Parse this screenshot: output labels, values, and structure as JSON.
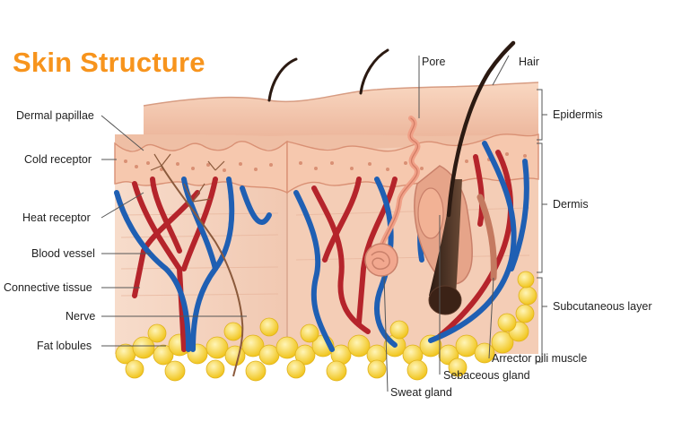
{
  "title": "Skin Structure",
  "labels": {
    "dermal_papillae": "Dermal papillae",
    "cold_receptor": "Cold receptor",
    "heat_receptor": "Heat receptor",
    "blood_vessel": "Blood vessel",
    "connective_tissue": "Connective tissue",
    "nerve": "Nerve",
    "fat_lobules": "Fat lobules",
    "pore": "Pore",
    "hair": "Hair",
    "epidermis": "Epidermis",
    "dermis": "Dermis",
    "subcutaneous_layer": "Subcutaneous layer",
    "arrector_pili_muscle": "Arrector pili muscle",
    "sebaceous_gland": "Sebaceous gland",
    "sweat_gland": "Sweat gland"
  },
  "colors": {
    "title": "#f7941d",
    "artery": "#b5242b",
    "vein": "#1f5fb3",
    "fat": "#f8d94a",
    "epidermis": "#f2b89a",
    "dermis": "#f7d7c3",
    "leader_line": "#555555"
  }
}
